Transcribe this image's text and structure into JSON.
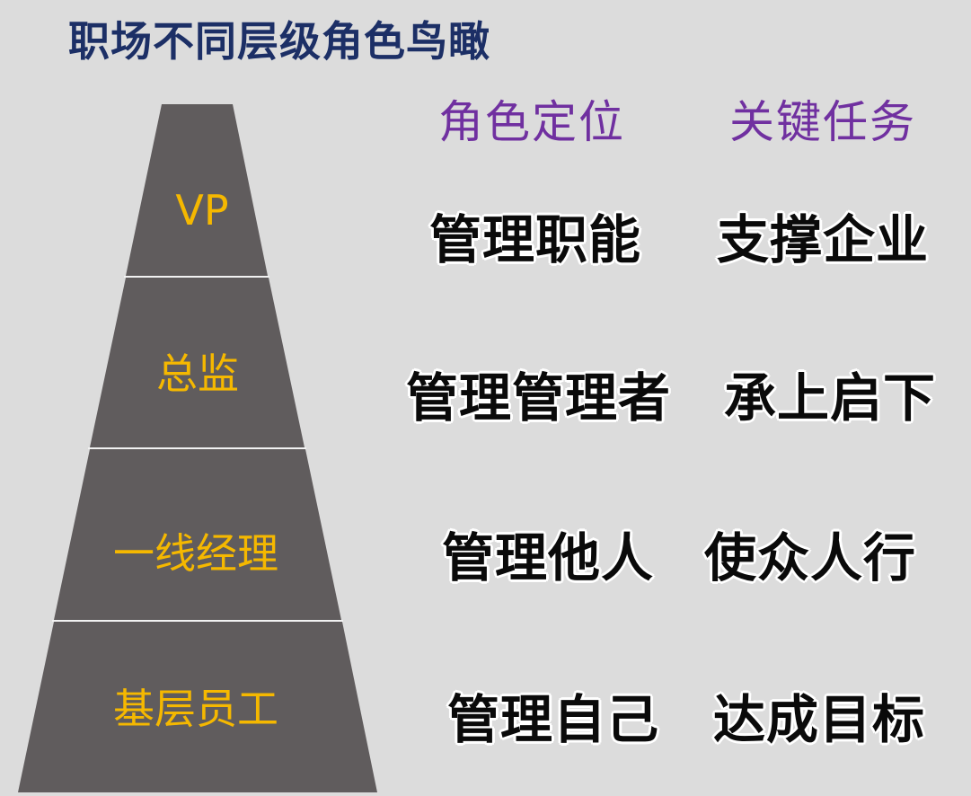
{
  "title": "职场不同层级角色鸟瞰",
  "headers": {
    "role": "角色定位",
    "task": "关键任务"
  },
  "colors": {
    "background": "#dcdcdc",
    "title": "#1c2f66",
    "header": "#7030a0",
    "pyramid_fill": "#605c5d",
    "level_label": "#f5b800",
    "row_text": "#0a0a0a"
  },
  "levels": [
    {
      "level": "VP",
      "role": "管理职能",
      "task": "支撑企业"
    },
    {
      "level": "总监",
      "role": "管理管理者",
      "task": "承上启下"
    },
    {
      "level": "一线经理",
      "role": "管理他人",
      "task": "使众人行"
    },
    {
      "level": "基层员工",
      "role": "管理自己",
      "task": "达成目标"
    }
  ]
}
